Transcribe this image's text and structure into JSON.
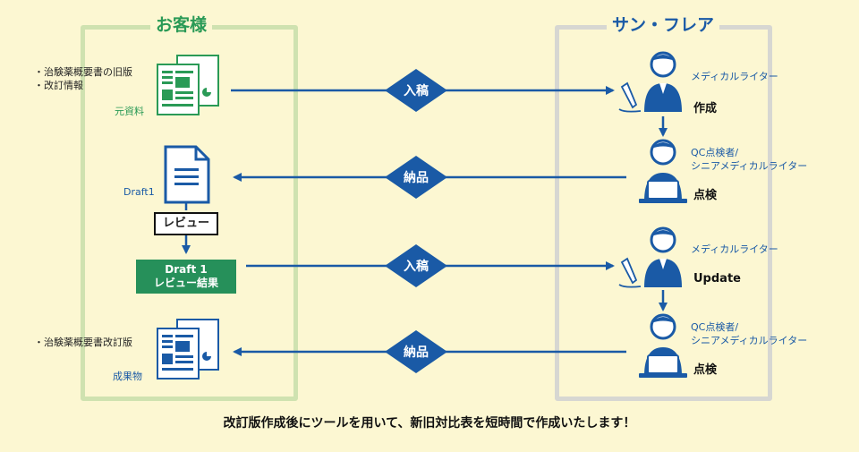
{
  "customer": {
    "title": "お客様"
  },
  "sunflare": {
    "title": "サン・フレア"
  },
  "inputs": {
    "notes": [
      "・治験薬概要書の旧版",
      "・改訂情報"
    ],
    "doc_label": "元資料"
  },
  "draft1": {
    "label": "Draft1"
  },
  "review": {
    "label": "レビュー"
  },
  "review_result": {
    "line1": "Draft 1",
    "line2": "レビュー結果"
  },
  "outputs": {
    "notes": [
      "・治験薬概要書改訂版"
    ],
    "doc_label": "成果物"
  },
  "flows": [
    {
      "label": "入稿"
    },
    {
      "label": "納品"
    },
    {
      "label": "入稿"
    },
    {
      "label": "納品"
    }
  ],
  "steps": [
    {
      "role_lines": [
        "メディカルライター"
      ],
      "action": "作成"
    },
    {
      "role_lines": [
        "QC点検者/",
        "シニアメディカルライター"
      ],
      "action": "点検"
    },
    {
      "role_lines": [
        "メディカルライター"
      ],
      "action": "Update"
    },
    {
      "role_lines": [
        "QC点検者/",
        "シニアメディカルライター"
      ],
      "action": "点検"
    }
  ],
  "footer": {
    "text": "改訂版作成後にツールを用いて、新旧対比表を短時間で作成いたします！"
  },
  "colors": {
    "green": "#2a9a56",
    "blue": "#1a5aa6",
    "panel_green": "#cfe2b0",
    "panel_gray": "#d7d7d2"
  }
}
